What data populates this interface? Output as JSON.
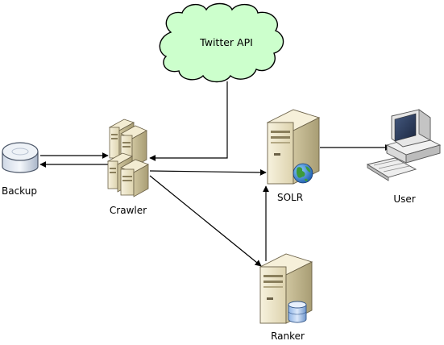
{
  "nodes": {
    "cloud": {
      "label": "Twitter API"
    },
    "backup": {
      "label": "Backup"
    },
    "crawler": {
      "label": "Crawler"
    },
    "solr": {
      "label": "SOLR"
    },
    "user": {
      "label": "User"
    },
    "ranker": {
      "label": "Ranker"
    }
  },
  "colors": {
    "cloud_fill": "#ccffcc",
    "cloud_stroke": "#000000",
    "edge": "#000000",
    "server_body": "#e9e2c6",
    "server_side": "#c7bd98",
    "monitor_screen": "#2b3a55"
  },
  "edges": [
    {
      "from": "cloud",
      "to": "crawler"
    },
    {
      "from": "backup",
      "to": "crawler"
    },
    {
      "from": "crawler",
      "to": "backup"
    },
    {
      "from": "crawler",
      "to": "solr"
    },
    {
      "from": "crawler",
      "to": "ranker"
    },
    {
      "from": "ranker",
      "to": "solr"
    },
    {
      "from": "solr",
      "to": "user"
    }
  ]
}
